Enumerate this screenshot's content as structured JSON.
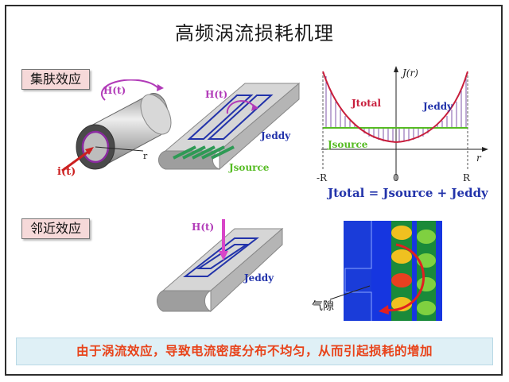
{
  "title": "高频涡流损耗机理",
  "section1_label": "集肤效应",
  "section2_label": "邻近效应",
  "footer_text": "由于涡流效应，导致电流密度分布不均匀，从而引起损耗的增加",
  "cylinder": {
    "h_label": "H(t)",
    "i_label": "i(t)",
    "r_label": "r"
  },
  "plate1": {
    "h_label": "H(t)",
    "eddy_label": "Jeddy",
    "source_label": "Jsource"
  },
  "plate2": {
    "h_label": "H(t)",
    "eddy_label": "Jeddy"
  },
  "graph": {
    "y_axis_label": "J(r)",
    "x_axis_label": "r",
    "x_ticks": [
      "-R",
      "0",
      "R"
    ],
    "total_label": "Jtotal",
    "eddy_label": "Jeddy",
    "source_label": "Jsource",
    "equation": "Jtotal = Jsource + Jeddy"
  },
  "air_gap_label": "气隙",
  "colors": {
    "footer_text": "#e8431a",
    "footer_bg": "#dff0f6",
    "tag_bg": "#f6d9d9",
    "eddy": "#2233aa",
    "source": "#55bb22",
    "total": "#c81e3c"
  }
}
